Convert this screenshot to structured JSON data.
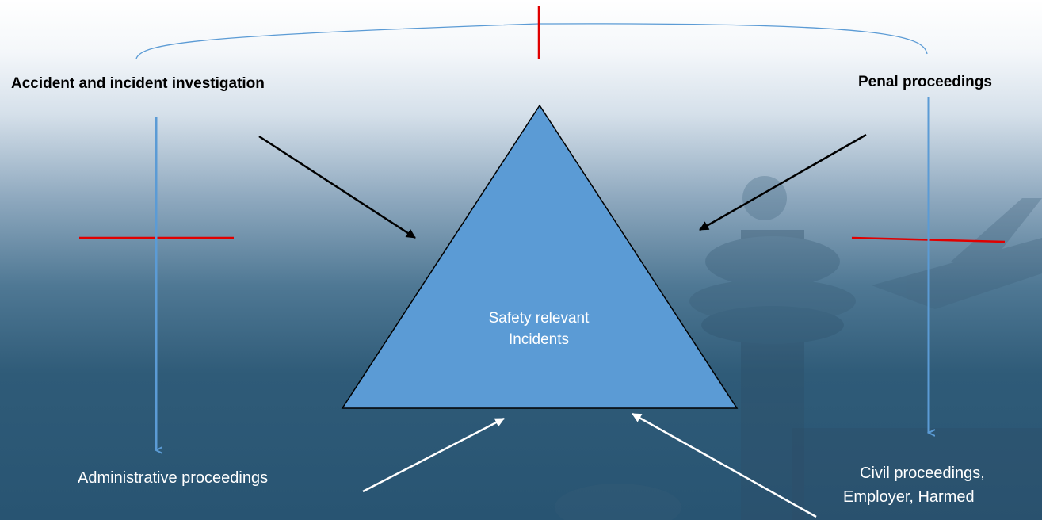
{
  "diagram": {
    "center": {
      "line1": "Safety relevant",
      "line2": "Incidents"
    },
    "labels": {
      "top_left": "Accident and incident investigation",
      "top_right": "Penal proceedings",
      "bottom_left": "Administrative proceedings",
      "bottom_right_line1": "Civil proceedings,",
      "bottom_right_line2": "Employer, Harmed"
    },
    "colors": {
      "triangle_fill": "#5b9bd5",
      "blue_arrow": "#5b9bd5",
      "red_marker": "#e00000",
      "black_arrow": "#000000",
      "white_arrow": "#ffffff"
    }
  }
}
